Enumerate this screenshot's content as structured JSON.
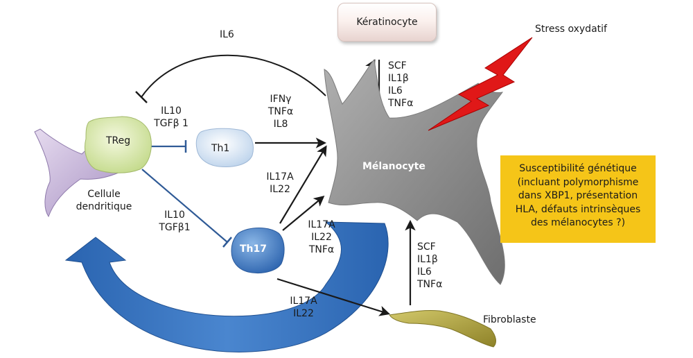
{
  "cells": {
    "keratinocyte": "Kératinocyte",
    "melanocyte": "Mélanocyte",
    "treg": "TReg",
    "th1": "Th1",
    "th17": "Th17",
    "dendritic": [
      "Cellule",
      "dendritique"
    ],
    "fibroblast": "Fibroblaste"
  },
  "stress_label": "Stress oxydatif",
  "genetic_box": [
    "Susceptibilité génétique",
    "(incluant polymorphisme",
    "dans XBP1, présentation",
    "HLA, défauts intrinsèques",
    "des mélanocytes ?)"
  ],
  "signals": {
    "il6_arc": "IL6",
    "treg_out": [
      "IL10",
      "TGFβ 1"
    ],
    "th1_to_melanocyte": [
      "IFNγ",
      "TNFα",
      "IL8"
    ],
    "treg_to_th17": [
      "IL10",
      "TGFβ1"
    ],
    "th17_upper": [
      "IL17A",
      "IL22"
    ],
    "th17_to_melanocyte": [
      "IL17A",
      "IL22",
      "TNFα"
    ],
    "keratinocyte_factors": [
      "SCF",
      "IL1β",
      "IL6",
      "TNFα"
    ],
    "fibroblast_factors": [
      "SCF",
      "IL1β",
      "IL6",
      "TNFα"
    ],
    "th17_to_fibroblast": [
      "IL17A",
      "IL22"
    ]
  },
  "colors": {
    "melanocyte": "#8a8a8a",
    "treg": "#d6e6a0",
    "th1": "#d7e6f5",
    "th17": "#3f7cc6",
    "dendritic": "#c8b4d8",
    "fibroblast": "#b0a040",
    "stress_bolt": "#e01818",
    "genetic_box": "#f5c518",
    "big_arrow": "#2f6fb8",
    "inhibit": "#2f5a96"
  }
}
